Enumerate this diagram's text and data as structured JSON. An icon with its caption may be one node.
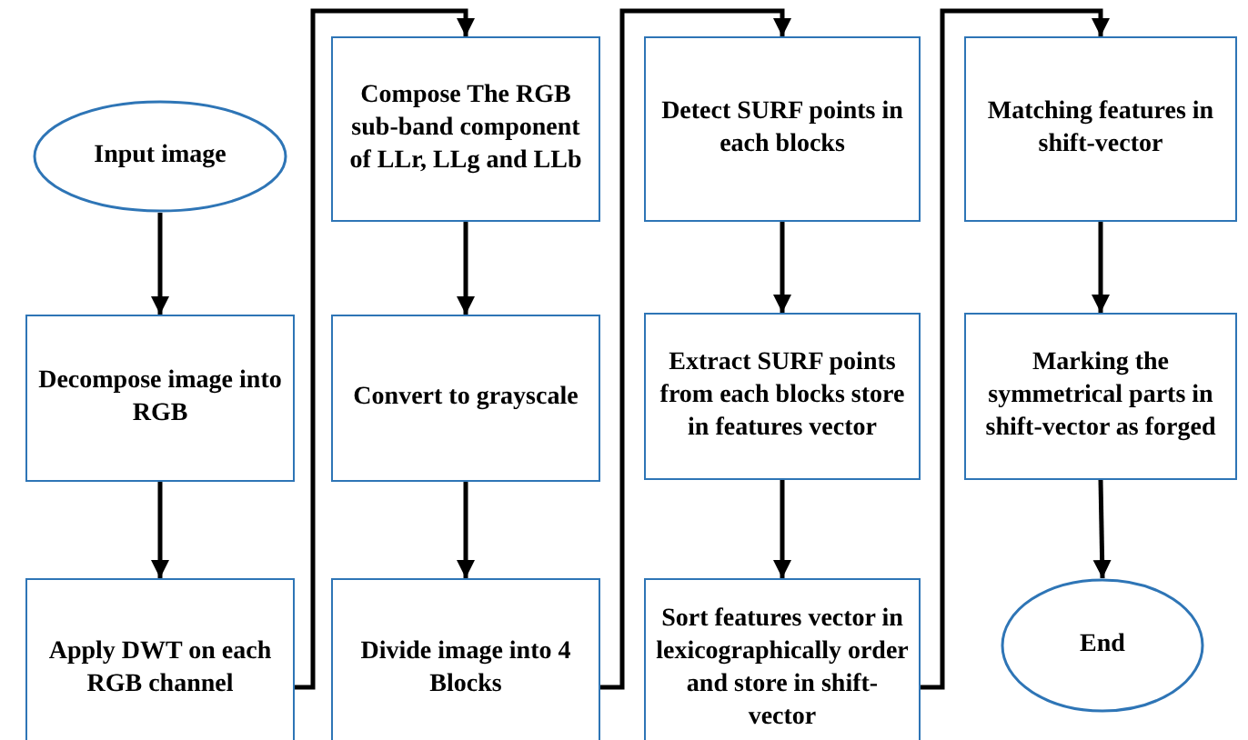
{
  "diagram": {
    "nodes": [
      {
        "text": [
          "Input image"
        ]
      },
      {
        "text": [
          "Decompose image into RGB"
        ]
      },
      {
        "text": [
          "Apply DWT on each RGB channel"
        ]
      },
      {
        "text": [
          "Compose The RGB sub-band component of LLr, LLg and LLb"
        ]
      },
      {
        "text": [
          "Convert to grayscale"
        ]
      },
      {
        "text": [
          "Divide image into 4 Blocks"
        ]
      },
      {
        "text": [
          "Detect SURF points in each blocks"
        ]
      },
      {
        "text": [
          "Extract SURF points from each blocks store in features vector"
        ]
      },
      {
        "text": [
          "Sort features vector in lexicographically order and store in shift-vector"
        ]
      },
      {
        "text": [
          "Matching features in shift-vector"
        ]
      },
      {
        "text": [
          "Marking the symmetrical parts in shift-vector as forged"
        ]
      },
      {
        "text": [
          "End"
        ]
      }
    ],
    "edges": [
      {
        "from": 0,
        "to": 1,
        "arrow": "to"
      },
      {
        "from": 1,
        "to": 2,
        "arrow": "to"
      },
      {
        "from": 2,
        "to": 3,
        "arrow": "to"
      },
      {
        "from": 3,
        "to": 4,
        "arrow": "to"
      },
      {
        "from": 4,
        "to": 5,
        "arrow": "to"
      },
      {
        "from": 5,
        "to": 6,
        "arrow": "to"
      },
      {
        "from": 6,
        "to": 7,
        "arrow": "to"
      },
      {
        "from": 7,
        "to": 8,
        "arrow": "to"
      },
      {
        "from": 8,
        "to": 9,
        "arrow": "to"
      },
      {
        "from": 9,
        "to": 10,
        "arrow": "to"
      },
      {
        "from": 10,
        "to": 11,
        "arrow": "to"
      }
    ]
  }
}
